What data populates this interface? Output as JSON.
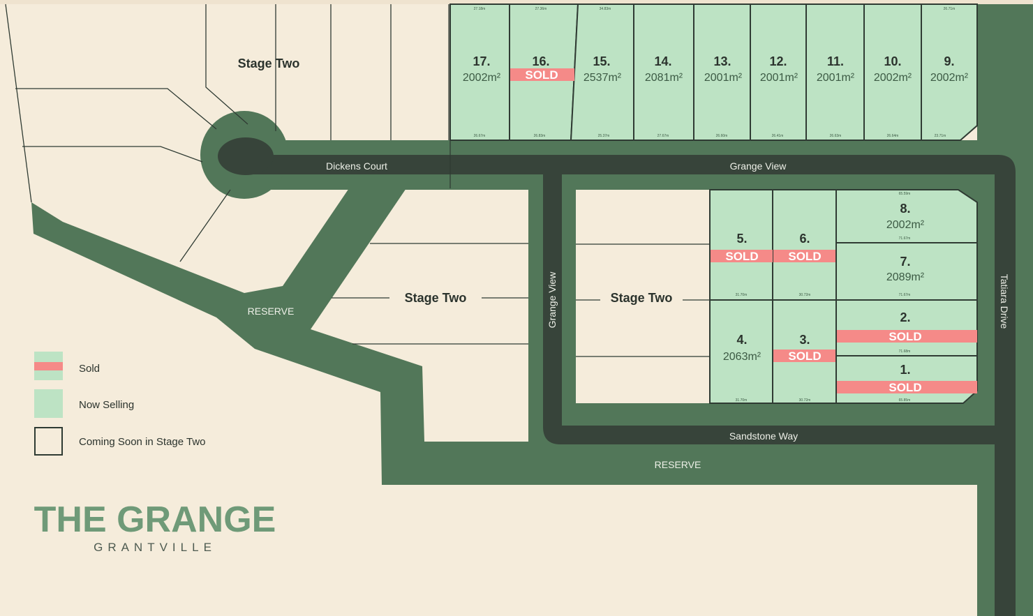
{
  "colors": {
    "background": "#f5ecdb",
    "road": "#37443a",
    "reserve": "#527759",
    "lot": "#bde3c4",
    "sold": "#f58a88",
    "logo": "#6f9a78"
  },
  "labels": {
    "sold": "SOLD",
    "stage_two": "Stage Two",
    "reserve": "RESERVE"
  },
  "roads": {
    "dickens_court": "Dickens Court",
    "grange_view": "Grange View",
    "grange_view_vertical": "Grange View",
    "sandstone_way": "Sandstone Way",
    "tatiara_drive": "Tatiara Drive"
  },
  "lots": [
    {
      "number": "17.",
      "area": "2002m²",
      "sold": false,
      "top": "27.18m",
      "bottom": "26.67m"
    },
    {
      "number": "16.",
      "area": "",
      "sold": true,
      "top": "27.36m",
      "bottom": "26.83m"
    },
    {
      "number": "15.",
      "area": "2537m²",
      "sold": false,
      "top": "34.83m",
      "bottom": "25.37m"
    },
    {
      "number": "14.",
      "area": "2081m²",
      "sold": false,
      "top": "",
      "bottom": "27.67m"
    },
    {
      "number": "13.",
      "area": "2001m²",
      "sold": false,
      "top": "",
      "bottom": "26.60m"
    },
    {
      "number": "12.",
      "area": "2001m²",
      "sold": false,
      "top": "",
      "bottom": "26.41m"
    },
    {
      "number": "11.",
      "area": "2001m²",
      "sold": false,
      "top": "",
      "bottom": "26.63m"
    },
    {
      "number": "10.",
      "area": "2002m²",
      "sold": false,
      "top": "",
      "bottom": "26.64m"
    },
    {
      "number": "9.",
      "area": "2002m²",
      "sold": false,
      "top": "26.71m",
      "bottom": "23.71m"
    },
    {
      "number": "8.",
      "area": "2002m²",
      "sold": false,
      "top": "65.59m",
      "bottom": "71.67m"
    },
    {
      "number": "7.",
      "area": "2089m²",
      "sold": false,
      "top": "",
      "bottom": "71.67m"
    },
    {
      "number": "6.",
      "area": "",
      "sold": true,
      "top": "",
      "bottom": "30.72m"
    },
    {
      "number": "5.",
      "area": "",
      "sold": true,
      "top": "",
      "bottom": "31.70m"
    },
    {
      "number": "4.",
      "area": "2063m²",
      "sold": false,
      "top": "",
      "bottom": "31.70m"
    },
    {
      "number": "3.",
      "area": "",
      "sold": true,
      "top": "",
      "bottom": "30.72m"
    },
    {
      "number": "2.",
      "area": "",
      "sold": true,
      "top": "",
      "bottom": "71.68m"
    },
    {
      "number": "1.",
      "area": "",
      "sold": true,
      "top": "",
      "bottom": "65.85m"
    }
  ],
  "legend": {
    "sold": "Sold",
    "now_selling": "Now Selling",
    "coming_soon": "Coming Soon in Stage Two"
  },
  "logo": {
    "title": "THE GRANGE",
    "subtitle": "GRANTVILLE"
  }
}
